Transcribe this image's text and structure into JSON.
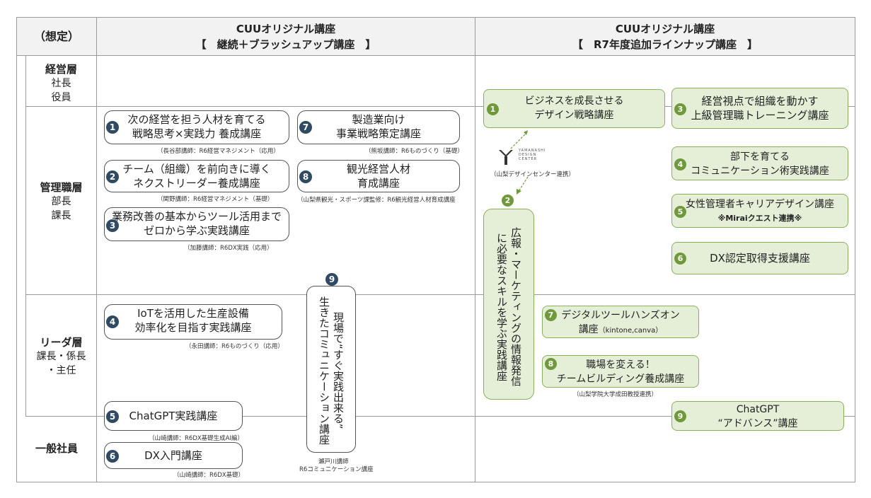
{
  "header": {
    "corner": "（想定）",
    "left_title": "CUUオリジナル講座",
    "left_sub": "【　継続＋ブラッシュアップ講座　】",
    "right_title": "CUUオリジナル講座",
    "right_sub": "【　R7年度追加ラインナップ講座　】"
  },
  "levels": {
    "exec": {
      "title": "経営層",
      "l1": "社長",
      "l2": "役員"
    },
    "mgr": {
      "title": "管理職層",
      "l1": "部長",
      "l2": "課長"
    },
    "lead": {
      "title": "リーダ層",
      "l1": "課長・係長",
      "l2": "・主任"
    },
    "staff": {
      "title": "一般社員"
    }
  },
  "left": {
    "c1": {
      "num": "1",
      "line1": "次の経営を担う人材を育てる",
      "line2": "戦略思考×実践力 養成講座",
      "note": "（長谷部講師：R6経営マネジメント（応用）"
    },
    "c2": {
      "num": "2",
      "line1": "チーム（組織）を前向きに導く",
      "line2": "ネクストリーダー養成講座",
      "note": "（関野講師：R6経営マネジメント（基礎）"
    },
    "c3": {
      "num": "3",
      "line1": "業務改善の基本からツール活用まで",
      "line2": "ゼロから学ぶ実践講座",
      "note": "（加藤講師：R6DX実践（応用）"
    },
    "c4": {
      "num": "4",
      "line1": "IoTを活用した生産設備",
      "line2": "効率化を目指す実践講座",
      "note": "（永田講師：R6ものづくり（応用）"
    },
    "c5": {
      "num": "5",
      "line1": "ChatGPT実践講座",
      "note": "（山崎講師：R6DX基礎生成AI編）"
    },
    "c6": {
      "num": "6",
      "line1": "DX入門講座",
      "note": "（山崎講師：R6DX基礎）"
    },
    "c7": {
      "num": "7",
      "line1": "製造業向け",
      "line2": "事業戦略策定講座",
      "note": "（熊坂講師：R6ものづくり（基礎）"
    },
    "c8": {
      "num": "8",
      "line1": "観光経営人材",
      "line2": "育成講座",
      "note": "（山梨県観光・スポーツ課監修：R6観光経営人材育成講座"
    },
    "c9": {
      "num": "9",
      "col1": "現場で“すぐ実践出来る”",
      "col2": "生きたコミュニケーション講座",
      "note1": "瀬戸川講師",
      "note2": "R6コミュニケーション講座"
    }
  },
  "right": {
    "g1": {
      "num": "1",
      "line1": "ビジネスを成長させる",
      "line2": "デザイン戦略講座"
    },
    "logo": {
      "l1": "YAMANASHI",
      "l2": "DESIGN",
      "l3": "CENTER",
      "caption": "（山梨デザインセンター連携）"
    },
    "g2": {
      "num": "2",
      "col1": "広報・マーケティングの情報発信",
      "col2": "に必要なスキルを学ぶ実践講座"
    },
    "g3": {
      "num": "3",
      "line1": "経営視点で組織を動かす",
      "line2": "上級管理職トレーニング講座"
    },
    "g4": {
      "num": "4",
      "line1": "部下を育てる",
      "line2": "コミュニケーション術実践講座"
    },
    "g5": {
      "num": "5",
      "line1": "女性管理者キャリアデザイン講座",
      "line2": "※Miraiクエスト連携※"
    },
    "g6": {
      "num": "6",
      "line1": "DX認定取得支援講座"
    },
    "g7": {
      "num": "7",
      "line1": "デジタルツールハンズオン",
      "line2": "講座",
      "line2b": "（kintone,canva）"
    },
    "g8": {
      "num": "8",
      "line1": "職場を変える！",
      "line2": "チームビルディング養成講座",
      "note": "（山梨学院大学成田教授連携）"
    },
    "g9": {
      "num": "9",
      "line1": "ChatGPT",
      "line2": "“アドバンス”講座"
    }
  },
  "colors": {
    "dark_num": "#2f4b63",
    "green_num": "#6f9a3a",
    "green_fill": "#e5efd8",
    "green_border": "#8bb05a"
  }
}
